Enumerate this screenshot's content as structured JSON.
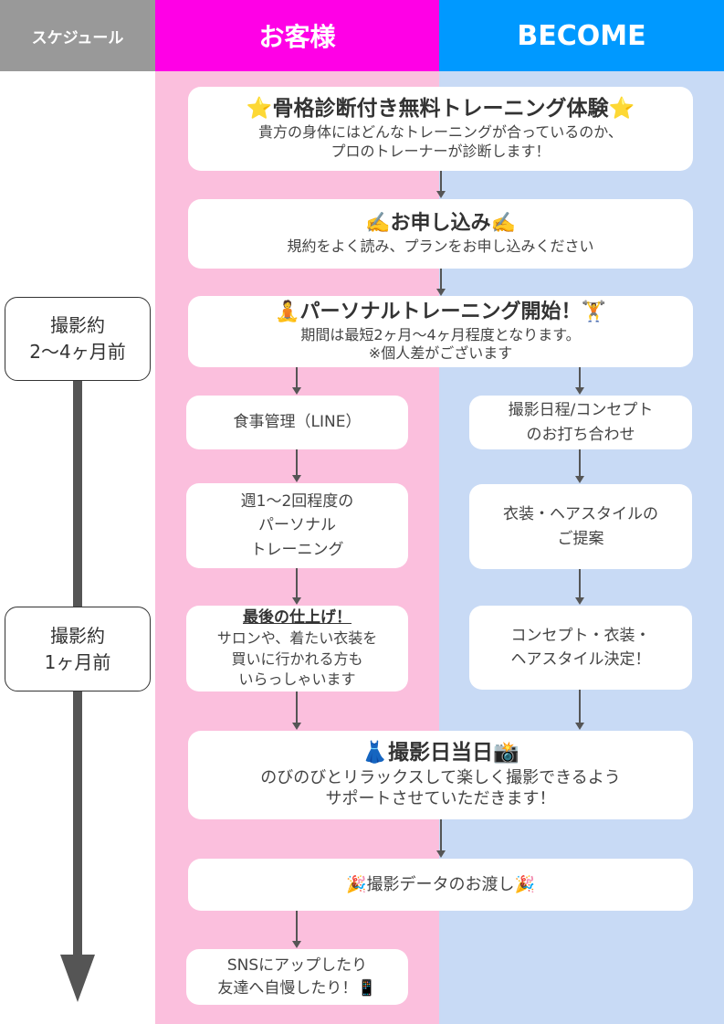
{
  "header": {
    "schedule": "スケジュール",
    "customer": "お客様",
    "become": "BECOME"
  },
  "colors": {
    "schedule_header": "#999999",
    "customer_header": "#ff00e6",
    "become_header": "#0099ff",
    "customer_bg": "#fbbfdd",
    "become_bg": "#c8daf5",
    "timeline": "#555555"
  },
  "schedule": {
    "first": [
      "撮影約",
      "2〜4ヶ月前"
    ],
    "second": [
      "撮影約",
      "1ヶ月前"
    ]
  },
  "steps": {
    "trial": {
      "title": "⭐骨格診断付き無料トレーニング体験⭐",
      "desc1": "貴方の身体にはどんなトレーニングが合っているのか、",
      "desc2": "プロのトレーナーが診断します！"
    },
    "apply": {
      "title": "✍️お申し込み✍️",
      "desc": "規約をよく読み、プランをお申し込みください"
    },
    "start": {
      "title": "🧘パーソナルトレーニング開始！🏋️",
      "desc1": "期間は最短2ヶ月〜4ヶ月程度となります。",
      "desc2": "※個人差がございます"
    },
    "meal": "食事管理（LINE）",
    "weekly": [
      "週1〜2回程度の",
      "パーソナル",
      "トレーニング"
    ],
    "finish": {
      "title": "最後の仕上げ！",
      "lines": [
        "サロンや、着たい衣装を",
        "買いに行かれる方も",
        "いらっしゃいます"
      ]
    },
    "meeting": [
      "撮影日程/コンセプト",
      "のお打ち合わせ"
    ],
    "proposal": [
      "衣装・ヘアスタイルの",
      "ご提案"
    ],
    "decide": [
      "コンセプト・衣装・",
      "ヘアスタイル決定！"
    ],
    "shoot": {
      "title": "👗撮影日当日📸",
      "desc1": "のびのびとリラックスして楽しく撮影できるよう",
      "desc2": "サポートさせていただきます！"
    },
    "delivery": "🎉撮影データのお渡し🎉",
    "sns": [
      "SNSにアップしたり",
      "友達へ自慢したり！📱"
    ]
  }
}
